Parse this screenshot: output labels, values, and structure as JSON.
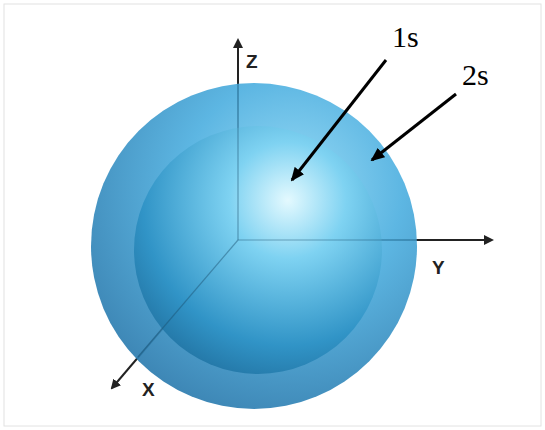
{
  "diagram": {
    "labels": [
      "1s",
      "2s",
      "Z",
      "Y",
      "X"
    ]
  }
}
